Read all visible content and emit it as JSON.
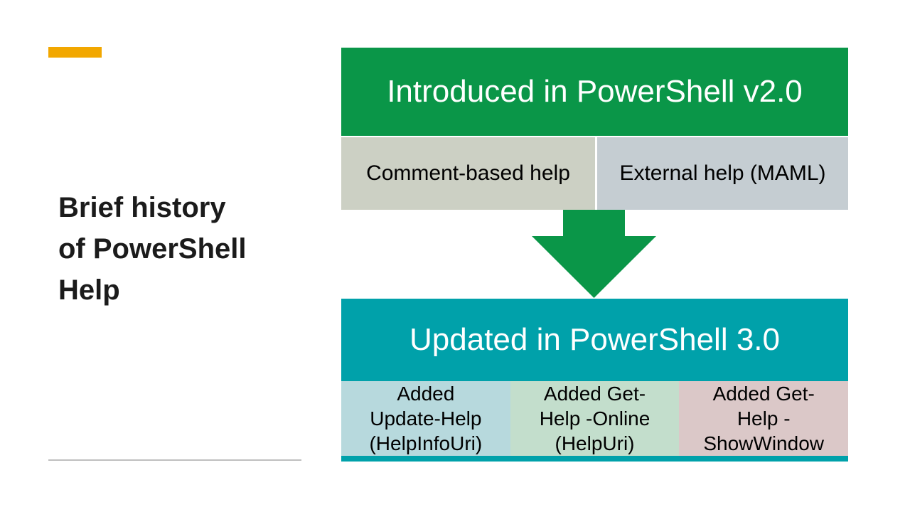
{
  "slide": {
    "title": "Brief history\nof PowerShell\nHelp"
  },
  "colors": {
    "accent_orange": "#F2A700",
    "green": "#0A9648",
    "teal": "#00A1AA",
    "cell_gray_green": "#CCD0C4",
    "cell_blue_gray": "#C5CDD2",
    "cell_light_teal": "#B7D9DD",
    "cell_light_green": "#C3DECC",
    "cell_light_pink": "#DBC8C8",
    "divider_gray": "#BFBFBF",
    "title_color": "#1B1B1B"
  },
  "diagram": {
    "v2_box": {
      "header": "Introduced in PowerShell v2.0",
      "items": [
        {
          "label": "Comment-based help"
        },
        {
          "label": "External help (MAML)"
        }
      ]
    },
    "arrow_icon": "down-arrow",
    "v3_box": {
      "header": "Updated in PowerShell 3.0",
      "items": [
        {
          "label": "Added\nUpdate-Help\n(HelpInfoUri)"
        },
        {
          "label": "Added Get-\nHelp -Online\n(HelpUri)"
        },
        {
          "label": "Added Get-\nHelp -\nShowWindow"
        }
      ]
    }
  }
}
